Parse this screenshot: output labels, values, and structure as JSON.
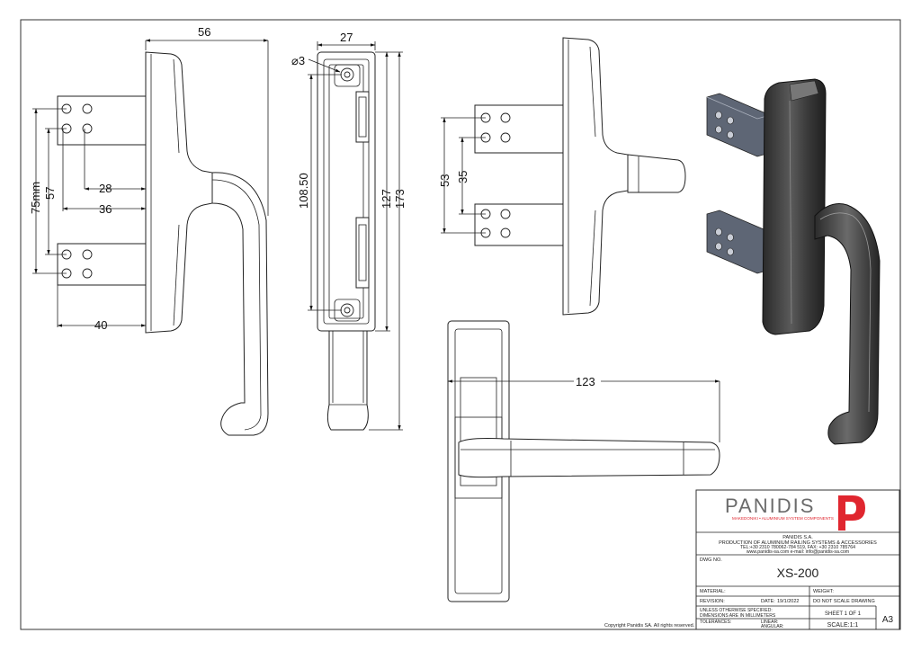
{
  "dimensions": {
    "width_56": "56",
    "d_28": "28",
    "d_36": "36",
    "d_40": "40",
    "d_75mm": "75mm",
    "d_57": "57",
    "d_27": "27",
    "d_diam3": "⌀3",
    "d_108_50": "108.50",
    "d_127": "127",
    "d_173": "173",
    "d_53": "53",
    "d_35": "35",
    "d_123": "123"
  },
  "title_block": {
    "brand": "PANIDIS",
    "brand_tagline": "MAKEDONIKI • ALUMINIUM SYSTEM COMPONENTS",
    "company_lines": [
      "PANIDIS S.A.",
      "PRODUCTION OF ALUMINIUM RAILING SYSTEMS & ACCESSORIES",
      "TEL:+30 2310 780062-784 519, FAX: +30 2310 785764",
      "www.panidis-sa.com   e-mail: info@panidis-sa.com"
    ],
    "dwg_no_label": "DWG NO.",
    "dwg_no": "XS-200",
    "material_label": "MATERIAL:",
    "weight_label": "WEIGHT:",
    "revision_label": "REVISION:",
    "date_label": "DATE:",
    "date_value": "19/1/2022",
    "do_not_scale": "DO NOT SCALE DRAWING",
    "unless_line1": "UNLESS OTHERWISE SPECIFIED:",
    "unless_line2": "DIMENSIONS ARE IN MILLIMETERS",
    "sheet": "SHEET 1 OF 1",
    "tolerances_label": "TOLERANCES:",
    "linear_label": "LINEAR:",
    "angular_label": "ANGULAR:",
    "scale": "SCALE:1:1",
    "paper_size": "A3"
  },
  "copyright": "Copyright Panidis SA. All rights reserved.",
  "colors": {
    "brand_red": "#e0262f",
    "brand_gray": "#6b6b6b",
    "render_dark": "#3c3c3c",
    "render_plate": "#5a6270"
  }
}
